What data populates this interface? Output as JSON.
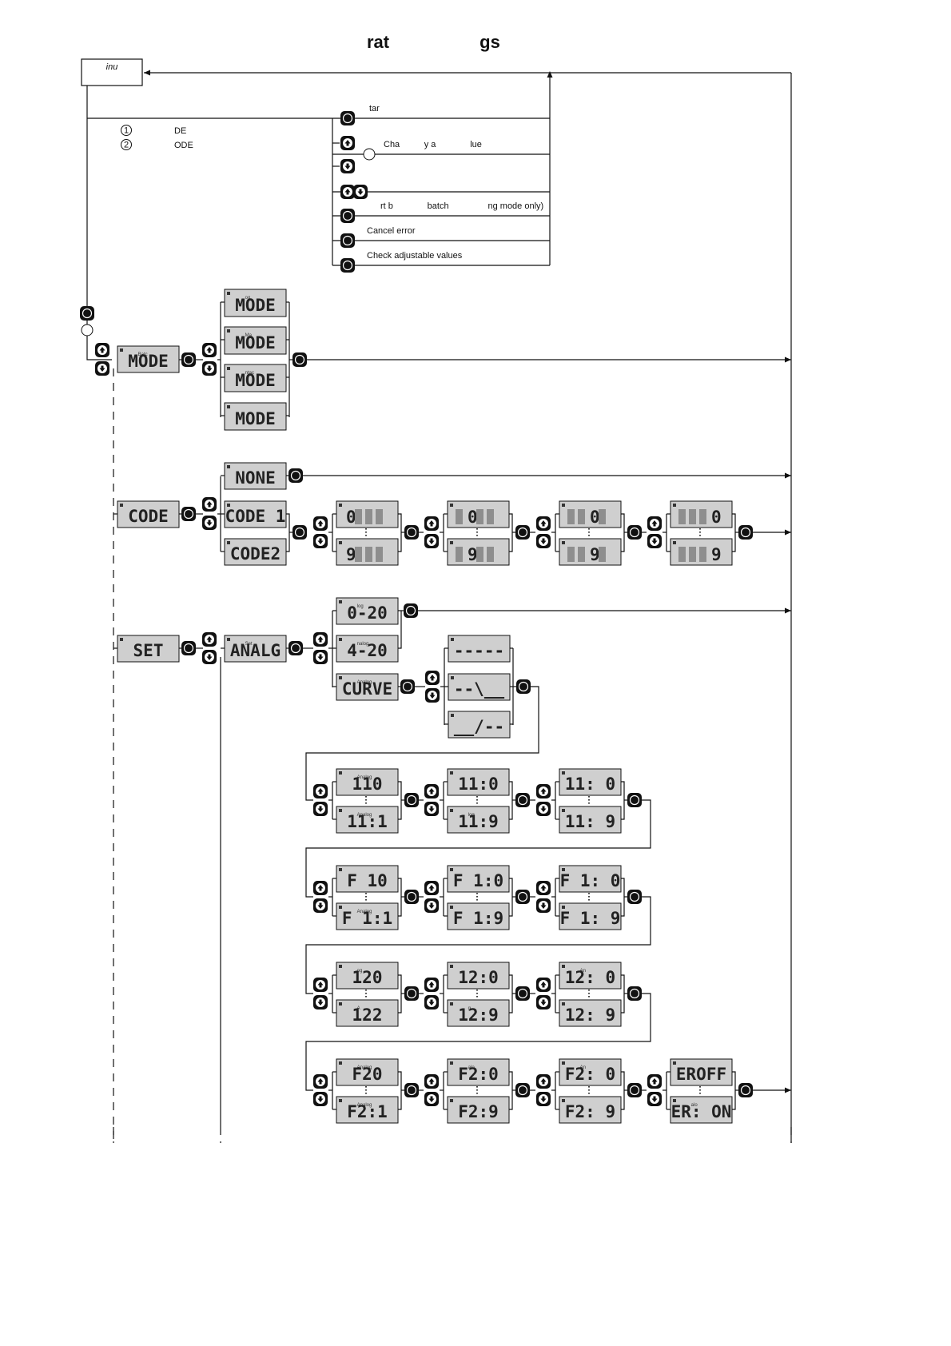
{
  "title": [
    "rat",
    "gs"
  ],
  "menu_box_label": "inu",
  "legend": [
    {
      "num": "①",
      "text": "DE"
    },
    {
      "num": "②",
      "text": "ODE"
    }
  ],
  "actions": [
    {
      "label": "tar"
    },
    {
      "label": "Cha          y a              lue"
    },
    {
      "label": ""
    },
    {
      "label": "rt b              batch                ng mode only)"
    },
    {
      "label": "Cancel error"
    },
    {
      "label": "Check adjustable values"
    }
  ],
  "mode": {
    "main": {
      "text": "MODE",
      "small": "Batc"
    },
    "options": [
      {
        "text": "MODE",
        "small": "og"
      },
      {
        "text": "MODE",
        "small": "Ma"
      },
      {
        "text": "MODE",
        "small": "ntac"
      },
      {
        "text": "MODE",
        "small": ""
      }
    ]
  },
  "code": {
    "main": {
      "text": "CODE"
    },
    "options": [
      {
        "text": "NONE"
      },
      {
        "text": "CODE 1"
      },
      {
        "text": "CODE2"
      }
    ],
    "digits_top": [
      "0",
      "0",
      "0",
      "0"
    ],
    "digits_bottom": [
      "9",
      "9",
      "9",
      "9"
    ]
  },
  "set": {
    "main": {
      "text": "SET"
    },
    "analog": {
      "text": "ANALG"
    },
    "ranges": [
      {
        "text": "0-20",
        "small": "log"
      },
      {
        "text": "4-20",
        "small": "nalog"
      },
      {
        "text": "CURVE",
        "small": "Analog"
      }
    ],
    "curves": [
      "-----",
      "--\\__",
      "__/--"
    ]
  },
  "rows": [
    {
      "top": [
        "110",
        "11:0",
        "11:  0"
      ],
      "bottom": [
        "11:1",
        "11:9",
        "11:  9"
      ],
      "smalls_top": [
        "Analog",
        "",
        ""
      ],
      "smalls_bottom": [
        "Analog",
        "log",
        ""
      ]
    },
    {
      "top": [
        "F 10",
        "F 1:0",
        "F 1:  0"
      ],
      "bottom": [
        "F 1:1",
        "F 1:9",
        "F 1:  9"
      ],
      "smalls_top": [
        "",
        "",
        ""
      ],
      "smalls_bottom": [
        "Analog",
        "",
        ""
      ]
    },
    {
      "top": [
        "120",
        "12:0",
        "12:  0"
      ],
      "bottom": [
        "122",
        "12:9",
        "12:  9"
      ],
      "smalls_top": [
        "og",
        "",
        "An"
      ],
      "smalls_bottom": [
        "A",
        "g",
        ""
      ]
    },
    {
      "top": [
        "F20",
        "F2:0",
        "F2:  0",
        "EROFF"
      ],
      "bottom": [
        "F2:1",
        "F2:9",
        "F2:  9",
        "ER: ON"
      ],
      "smalls_top": [
        "Analog",
        "alo",
        "An",
        ""
      ],
      "smalls_bottom": [
        "Analog",
        "",
        "",
        "alo"
      ]
    }
  ]
}
